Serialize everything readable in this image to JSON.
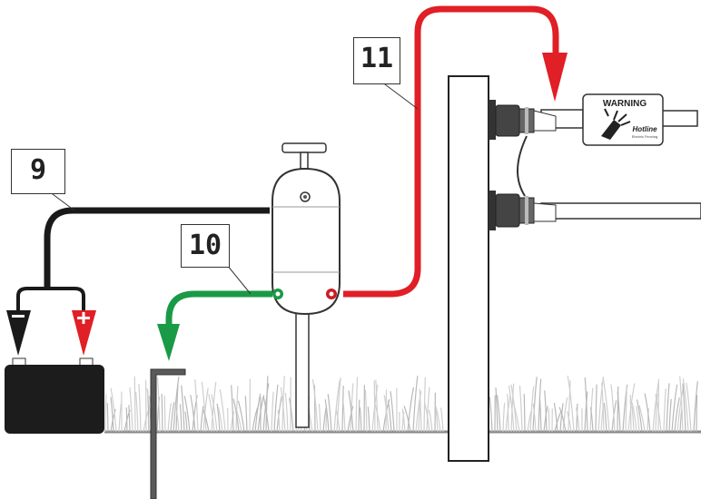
{
  "callouts": {
    "battery_lead": "9",
    "earth_lead": "10",
    "fence_lead": "11"
  },
  "warning_sign": {
    "title": "WARNING",
    "brand": "Hotline",
    "subtitle": "Electric Fencing"
  },
  "colors": {
    "positive": "#e01f26",
    "negative": "#1a1a1a",
    "earth": "#1a9a46",
    "battery": "#1c1c1c",
    "post": "#ffffff"
  }
}
